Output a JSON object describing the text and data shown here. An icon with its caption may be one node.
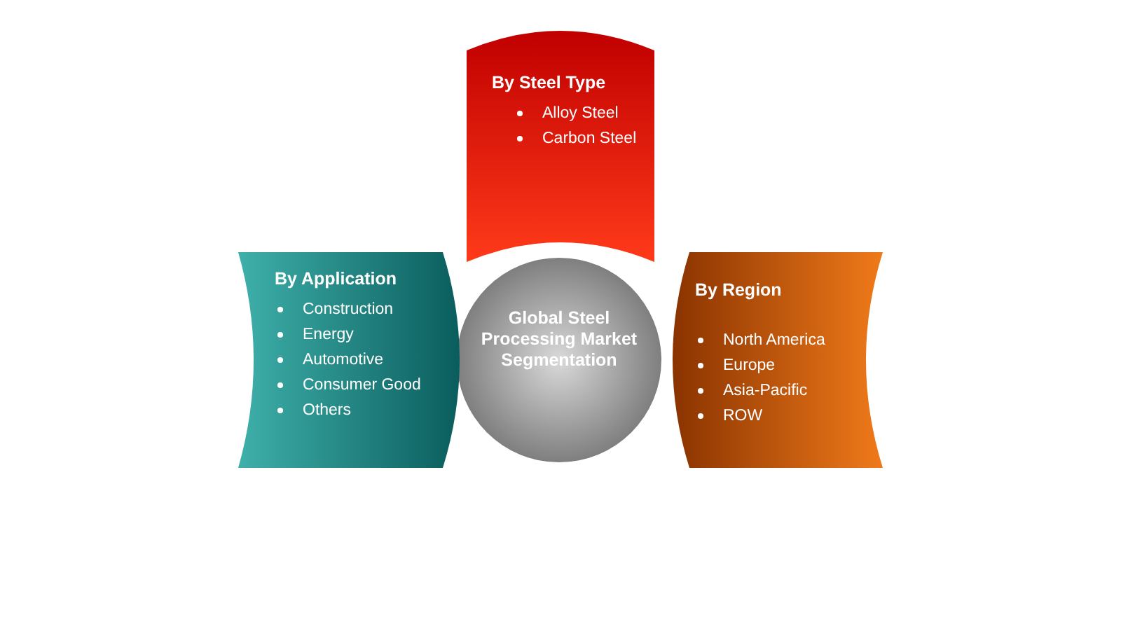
{
  "diagram": {
    "nodes": [
      {
        "text": [
          "By Steel Type",
          "Alloy Steel",
          "Carbon Steel"
        ]
      },
      {
        "text": [
          "By Application",
          "Construction",
          "Energy",
          "Automotive",
          "Consumer Good",
          "Others"
        ]
      },
      {
        "text": [
          "Global Steel Processing Market Segmentation"
        ]
      },
      {
        "text": [
          "By Region",
          "North America",
          "Europe",
          "Asia-Pacific",
          "ROW"
        ]
      }
    ]
  }
}
